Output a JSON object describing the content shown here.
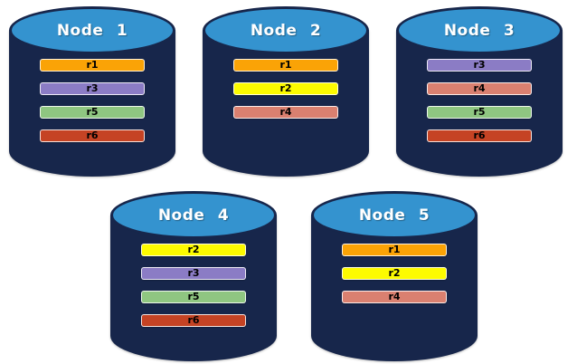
{
  "diagram_type": "database-replica-distribution",
  "colors": {
    "background": "#FFFFFF",
    "cylinder_body": "#17264B",
    "cylinder_top": "#3493CF",
    "title_text": "#FFFFFF",
    "bar_text": "#000000"
  },
  "replica_colors": {
    "r1": "#FAA306",
    "r2": "#FDFB00",
    "r3": "#8B7CC5",
    "r4": "#DA8070",
    "r5": "#8FC681",
    "r6": "#C54324"
  },
  "nodes": [
    {
      "title": "Node 1",
      "replicas": [
        "r1",
        "r3",
        "r5",
        "r6"
      ]
    },
    {
      "title": "Node 2",
      "replicas": [
        "r1",
        "r2",
        "r4"
      ]
    },
    {
      "title": "Node 3",
      "replicas": [
        "r3",
        "r4",
        "r5",
        "r6"
      ]
    },
    {
      "title": "Node 4",
      "replicas": [
        "r2",
        "r3",
        "r5",
        "r6"
      ]
    },
    {
      "title": "Node 5",
      "replicas": [
        "r1",
        "r2",
        "r4"
      ]
    }
  ]
}
